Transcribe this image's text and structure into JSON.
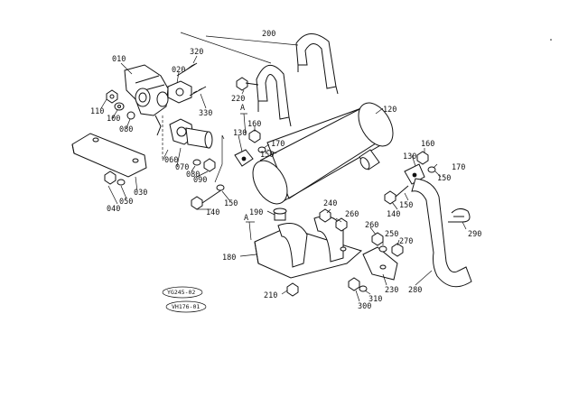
{
  "labels": {
    "p010": "010",
    "p020": "020",
    "p030": "030",
    "p040": "040",
    "p050": "050",
    "p060": "060",
    "p070": "070",
    "p080a": "080",
    "p080b": "080",
    "p090": "090",
    "p100": "100",
    "p110": "110",
    "p120": "120",
    "p130a": "130",
    "p130b": "130",
    "p140a": "140",
    "p140b": "140",
    "p150a": "150",
    "p150b": "150",
    "p150c": "150",
    "p160a": "160",
    "p160b": "160",
    "p170a": "170",
    "p170b": "170",
    "p180": "180",
    "p190": "190",
    "p200": "200",
    "p210": "210",
    "p220": "220",
    "p230": "230",
    "p240": "240",
    "p250": "250",
    "p260a": "260",
    "p260b": "260",
    "p270": "270",
    "p280": "280",
    "p290": "290",
    "p300": "300",
    "p310": "310",
    "p320": "320",
    "p330": "330",
    "markerA1": "A",
    "markerA2": "A"
  },
  "references": {
    "ref1": "YG245-02",
    "ref2": "VH176-01"
  }
}
